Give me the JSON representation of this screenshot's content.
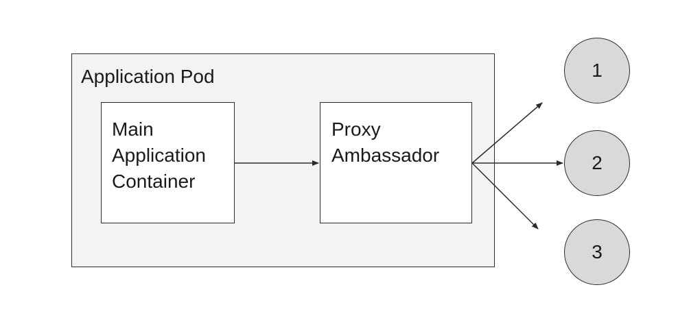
{
  "diagram": {
    "pod": {
      "title": "Application Pod"
    },
    "main_container": {
      "label": "Main\nApplication\nContainer"
    },
    "proxy": {
      "label": "Proxy\nAmbassador"
    },
    "targets": [
      {
        "label": "1"
      },
      {
        "label": "2"
      },
      {
        "label": "3"
      }
    ],
    "colors": {
      "pod_fill": "#f3f3f3",
      "box_fill": "#ffffff",
      "circle_fill": "#d9d9d9",
      "stroke": "#2b2b2b"
    }
  }
}
